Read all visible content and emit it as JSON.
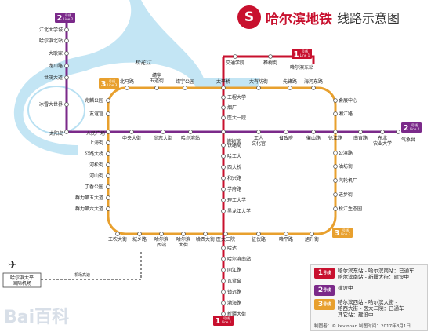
{
  "header": {
    "logo_glyph": "S",
    "brand": "哈尔滨地铁",
    "subtitle": "线路示意图"
  },
  "river_label": "松花江",
  "airport": {
    "name": "哈尔滨太平\n国际机场",
    "road": "机场高速"
  },
  "lines": [
    {
      "id": "line1",
      "badge_num": "1",
      "badge_txt": "号线\nLine 1",
      "color": "#c8102e"
    },
    {
      "id": "line2",
      "badge_num": "2",
      "badge_txt": "号线\nLine 2",
      "color": "#7b2a8a"
    },
    {
      "id": "line3",
      "badge_num": "3",
      "badge_txt": "号线\nLine 3",
      "color": "#e8a02e"
    }
  ],
  "stations": {
    "line2_north": [
      "江北大学城",
      "哈尔滨北站",
      "大耿家",
      "龙川路",
      "世茂大道",
      "冰雪大世界"
    ],
    "line2_east": [
      "太阳岛",
      "人民广场",
      "中央大街",
      "尚志大街",
      "哈尔滨站",
      "博物馆",
      "工人\n文化宫",
      "省政府",
      "衡山路",
      "徐江路",
      "南直路",
      "东北\n农业大学",
      "气象台"
    ],
    "line3_top": [
      "北马路",
      "靖宇\n五道街",
      "靖宇公园",
      "太平桥",
      "大有坊街",
      "先锋路",
      "海河东路"
    ],
    "line3_left": [
      "兆麟公园",
      "友谊宫",
      "上海街",
      "公路大桥",
      "河松街",
      "河山街",
      "丁香公园",
      "群力第五大道",
      "群力第六大道"
    ],
    "line3_right": [
      "会展中心",
      "湘江路",
      "公滨路",
      "油坊街",
      "汽轮机厂",
      "进步街",
      "松江生态园"
    ],
    "line3_bottom": [
      "工农大街",
      "城乡路",
      "哈尔滨\n西站",
      "哈尔滨\n大街",
      "哈西大街",
      "医大二院",
      "征仪路",
      "哈平路",
      "旭升街"
    ],
    "line1_north": [
      "交通学院",
      "桦树街",
      "哈尔滨东站"
    ],
    "line1_south": [
      "工程大学",
      "烟厂",
      "医大一院",
      "铁路局",
      "哈工大",
      "西大桥",
      "和兴路",
      "学府路",
      "理工大学",
      "黑龙江大学",
      "哈达",
      "哈尔滨南站",
      "同江路",
      "瓦盆窑",
      "镇远路",
      "渤海路",
      "新疆大街"
    ]
  },
  "legend": {
    "items": [
      {
        "badge_num": "1",
        "badge_txt": "号线",
        "color": "#c8102e",
        "text": "哈尔滨东站 - 哈尔滨南站：已通车\n哈尔滨南站 - 新疆大街：建设中"
      },
      {
        "badge_num": "2",
        "badge_txt": "号线",
        "color": "#7b2a8a",
        "text": "建设中"
      },
      {
        "badge_num": "3",
        "badge_txt": "号线",
        "color": "#e8a02e",
        "text": "哈尔滨西站 - 哈尔滨大街 -\n哈西大街 - 医大二院：已通车\n其它站：建设中"
      }
    ],
    "credit": "制图者：© kevinhan    制图时间：2017年8月1日"
  },
  "watermark": "Bai百科"
}
